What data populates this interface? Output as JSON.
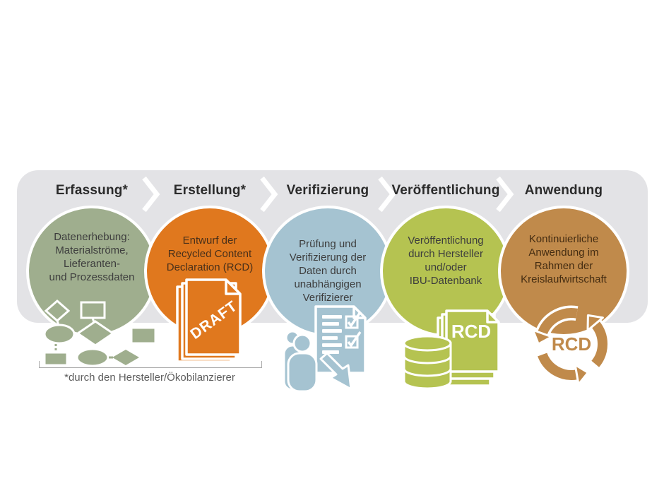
{
  "process": {
    "steps": [
      {
        "label": "Erfassung*",
        "description": "Datenerhebung:\nMaterialströme,\nLieferanten-\nund Prozessdaten",
        "icon": "flowchart",
        "color": "#9fae8e",
        "text_color": "#3d3d3d"
      },
      {
        "label": "Erstellung*",
        "description": "Entwurf der\nRecycled Content\nDeclaration (RCD)",
        "icon": "draft-documents",
        "badge": "DRAFT",
        "color": "#e0781e",
        "text_color": "#49301a"
      },
      {
        "label": "Verifizierung",
        "description": "Prüfung und\nVerifizierung der\nDaten durch\nunabhängigen\nVerifizierer",
        "icon": "reviewers-checklist",
        "color": "#a5c3d1",
        "text_color": "#3d3d3d"
      },
      {
        "label": "Veröffentlichung",
        "description": "Veröffentlichung\ndurch Hersteller\nund/oder\nIBU-Datenbank",
        "icon": "database-rcd-document",
        "badge": "RCD",
        "color": "#b5c351",
        "text_color": "#3d3d3d"
      },
      {
        "label": "Anwendung",
        "description": "Kontinuierliche\nAnwendung im\nRahmen der\nKreislaufwirtschaft",
        "icon": "rcd-recycle-loop",
        "badge": "RCD",
        "color": "#c08a4b",
        "text_color": "#452d12"
      }
    ],
    "footnote": "*durch den Hersteller/Ökobilanzierer",
    "band_color": "#e3e3e6"
  }
}
